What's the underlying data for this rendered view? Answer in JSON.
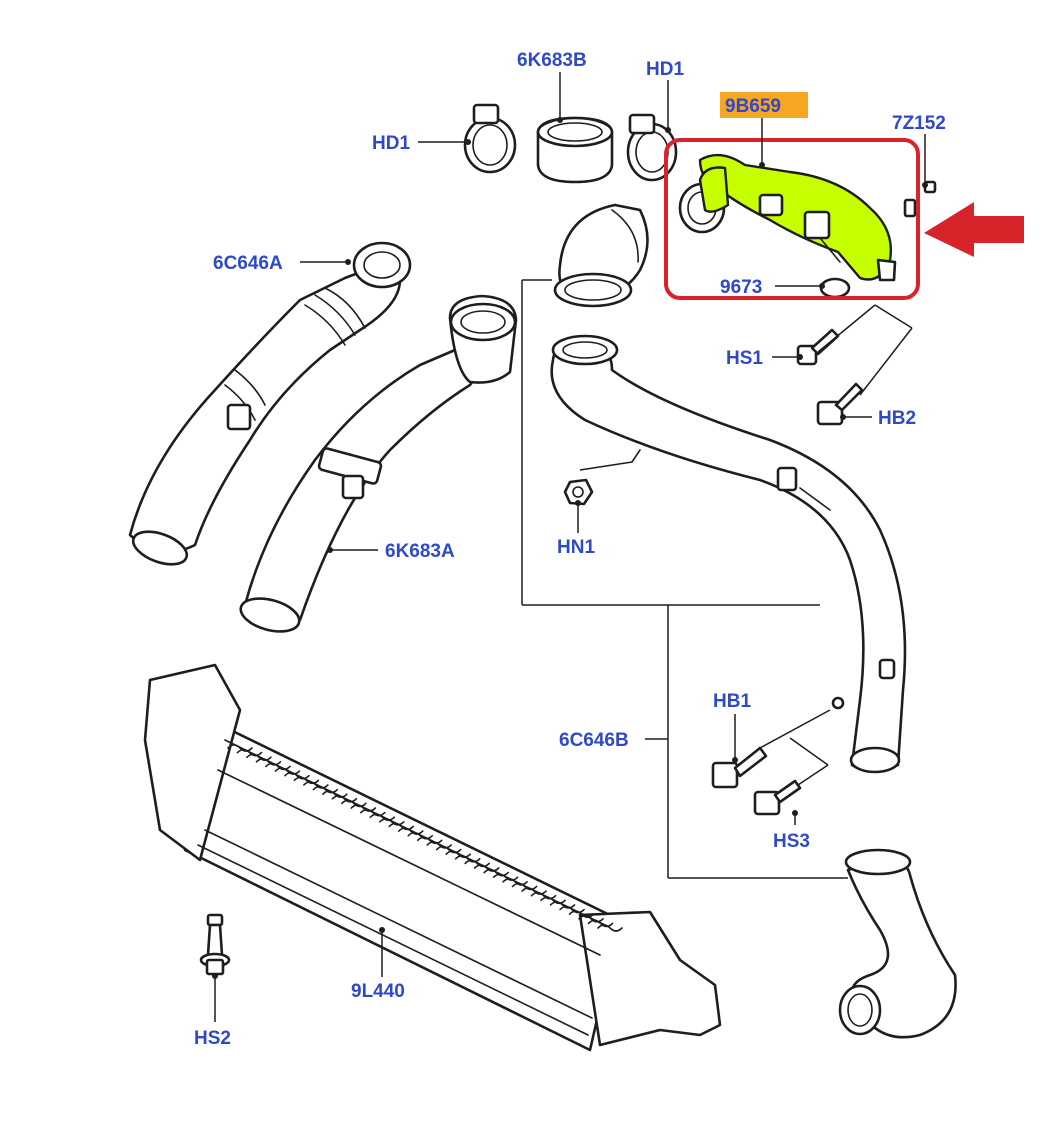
{
  "diagram": {
    "labels": {
      "hd1_left": "HD1",
      "p6k683b": "6K683B",
      "hd1_right": "HD1",
      "p9b659": "9B659",
      "p7z152": "7Z152",
      "p6c646a": "6C646A",
      "p9673": "9673",
      "hs1": "HS1",
      "hb2": "HB2",
      "hn1": "HN1",
      "p6k683a": "6K683A",
      "hb1": "HB1",
      "p6c646b": "6C646B",
      "hs3": "HS3",
      "p9l440": "9L440",
      "hs2": "HS2"
    },
    "highlight": {
      "part": "9B659",
      "label_background": "#f5a623",
      "part_color": "#c6ff00",
      "box_color": "#d9232b",
      "arrow_color": "#d9232b"
    }
  }
}
